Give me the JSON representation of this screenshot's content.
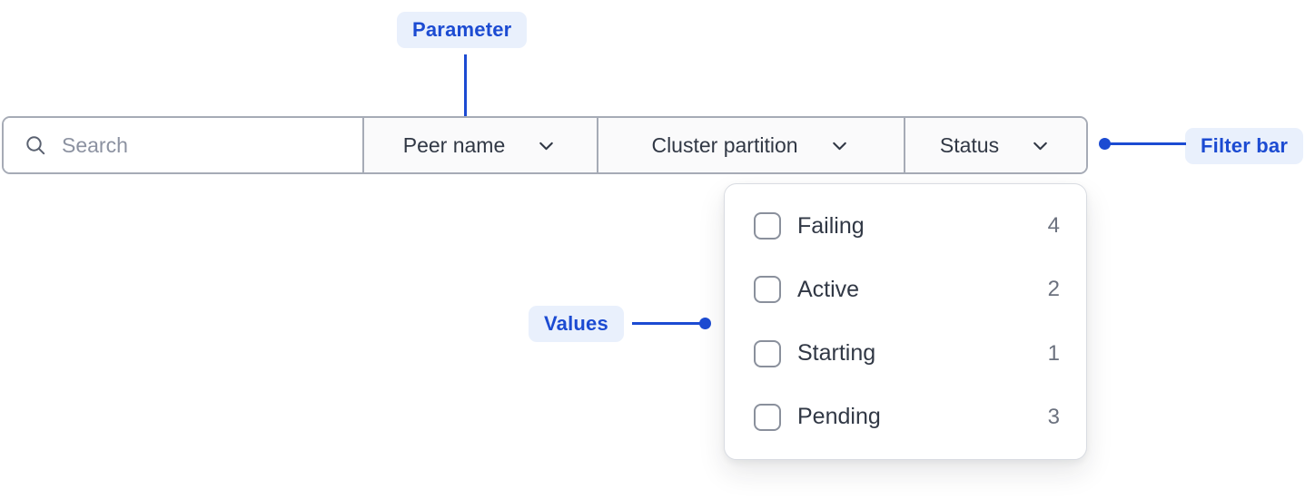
{
  "annotations": {
    "parameter": {
      "label": "Parameter"
    },
    "filter_bar": {
      "label": "Filter bar"
    },
    "values": {
      "label": "Values"
    }
  },
  "filter_bar": {
    "search": {
      "placeholder": "Search",
      "value": "",
      "icon": "search-icon"
    },
    "dropdowns": [
      {
        "label": "Peer name",
        "icon": "chevron-down-icon",
        "expanded": false
      },
      {
        "label": "Cluster partition",
        "icon": "chevron-down-icon",
        "expanded": false
      },
      {
        "label": "Status",
        "icon": "chevron-down-icon",
        "expanded": true
      }
    ]
  },
  "status_dropdown": {
    "options": [
      {
        "label": "Failing",
        "count": "4",
        "checked": false
      },
      {
        "label": "Active",
        "count": "2",
        "checked": false
      },
      {
        "label": "Starting",
        "count": "1",
        "checked": false
      },
      {
        "label": "Pending",
        "count": "3",
        "checked": false
      }
    ]
  },
  "colors": {
    "annotation_blue": "#1C4BD2",
    "annotation_badge_bg": "#E9F0FC",
    "bar_border": "#A6ABB6",
    "dropdown_segment_bg": "#FAFAFB",
    "panel_border": "#D9DCE2",
    "text_dark": "#313845",
    "text_muted": "#6B717E",
    "placeholder_gray": "#8C92A1",
    "checkbox_border": "#8A909C"
  }
}
